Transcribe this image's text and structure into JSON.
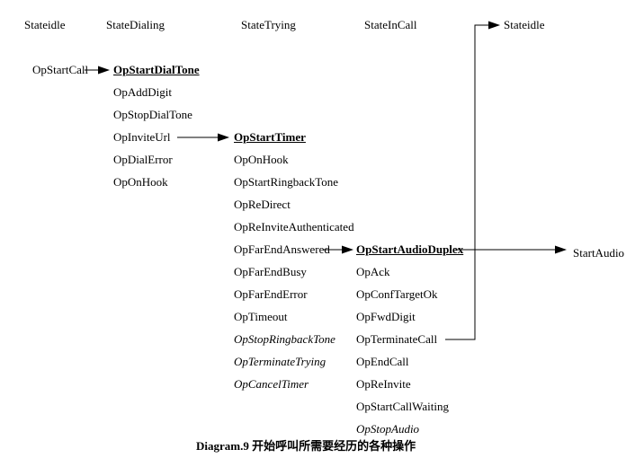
{
  "diagram": {
    "headers": {
      "state_idle_left": "Stateidle",
      "state_dialing": "StateDialing",
      "state_trying": "StateTrying",
      "state_incall": "StateInCall",
      "state_idle_right": "Stateidle"
    },
    "idle": {
      "start_call": "OpStartCall"
    },
    "dialing": {
      "entry": "OpStartDialTone",
      "items": [
        "OpAddDigit",
        "OpStopDialTone",
        "OpInviteUrl",
        "OpDialError",
        "OpOnHook"
      ]
    },
    "trying": {
      "entry": "OpStartTimer",
      "items": [
        "OpOnHook",
        "OpStartRingbackTone",
        "OpReDirect",
        "OpReInviteAuthenticated",
        "OpFarEndAnswered",
        "OpFarEndBusy",
        "OpFarEndError",
        "OpTimeout"
      ],
      "exit_items": [
        "OpStopRingbackTone",
        "OpTerminateTrying",
        "OpCancelTimer"
      ]
    },
    "incall": {
      "entry": "OpStartAudioDuplex",
      "items": [
        "OpAck",
        "OpConfTargetOk",
        "OpFwdDigit",
        "OpTerminateCall",
        "OpEndCall",
        "OpReInvite",
        "OpStartCallWaiting"
      ],
      "exit_items": [
        "OpStopAudio"
      ]
    },
    "result": "StartAudio",
    "caption": "Diagram.9 开始呼叫所需要经历的各种操作",
    "line_color": "#000000",
    "background_color": "#ffffff"
  }
}
